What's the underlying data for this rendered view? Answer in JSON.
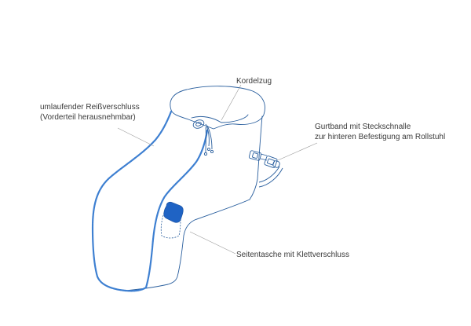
{
  "diagram": {
    "subject": "wheelchair footmuff / leg bag illustration",
    "colors": {
      "outline": "#2a5f9e",
      "zipper": "#3d7fd1",
      "pocket_flap": "#1f63c4",
      "leader_line": "#9a9a9a",
      "text": "#3a3a3a",
      "background": "#ffffff"
    },
    "labels": {
      "zipper": {
        "line1": "umlaufender Reißverschluss",
        "line2": "(Vorderteil herausnehmbar)"
      },
      "drawstring": {
        "line1": "Kordelzug"
      },
      "strap": {
        "line1": "Gurtband mit Steckschnalle",
        "line2": "zur hinteren Befestigung am Rollstuhl"
      },
      "pocket": {
        "line1": "Seitentasche mit Klettverschluss"
      }
    }
  }
}
